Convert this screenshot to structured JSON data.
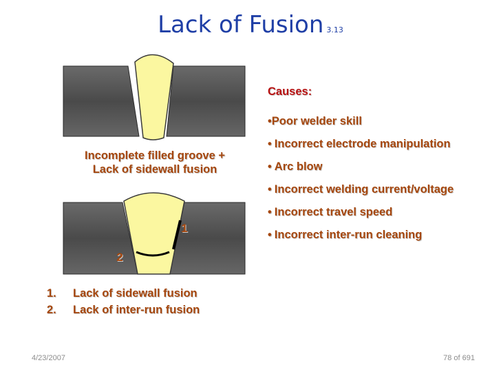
{
  "title": {
    "main": "Lack of Fusion",
    "ref": "3.13"
  },
  "diagram_top": {
    "caption_line1": "Incomplete filled groove +",
    "caption_line2": "Lack of sidewall fusion"
  },
  "diagram_bottom": {
    "marker_1": "1",
    "marker_2": "2",
    "list": [
      {
        "num": "1.",
        "text": "Lack of sidewall fusion"
      },
      {
        "num": "2.",
        "text": "Lack of inter-run fusion"
      }
    ]
  },
  "causes": {
    "heading": "Causes:",
    "items": [
      {
        "bullet": "•",
        "text": "Poor welder skill"
      },
      {
        "bullet": "•",
        "text": "Incorrect electrode manipulation"
      },
      {
        "bullet": "•",
        "text": "Arc blow"
      },
      {
        "bullet": "•",
        "text": "Incorrect welding current/voltage"
      },
      {
        "bullet": "•",
        "text": "Incorrect travel speed"
      },
      {
        "bullet": "•",
        "text": "Incorrect inter-run cleaning"
      }
    ]
  },
  "footer": {
    "date": "4/23/2007",
    "page": "78 of 691"
  },
  "colors": {
    "title": "#1f3fa6",
    "plate": "#505050",
    "weld": "#fbf7a0",
    "caption": "#a6470e",
    "causes_heading": "#b81111"
  }
}
